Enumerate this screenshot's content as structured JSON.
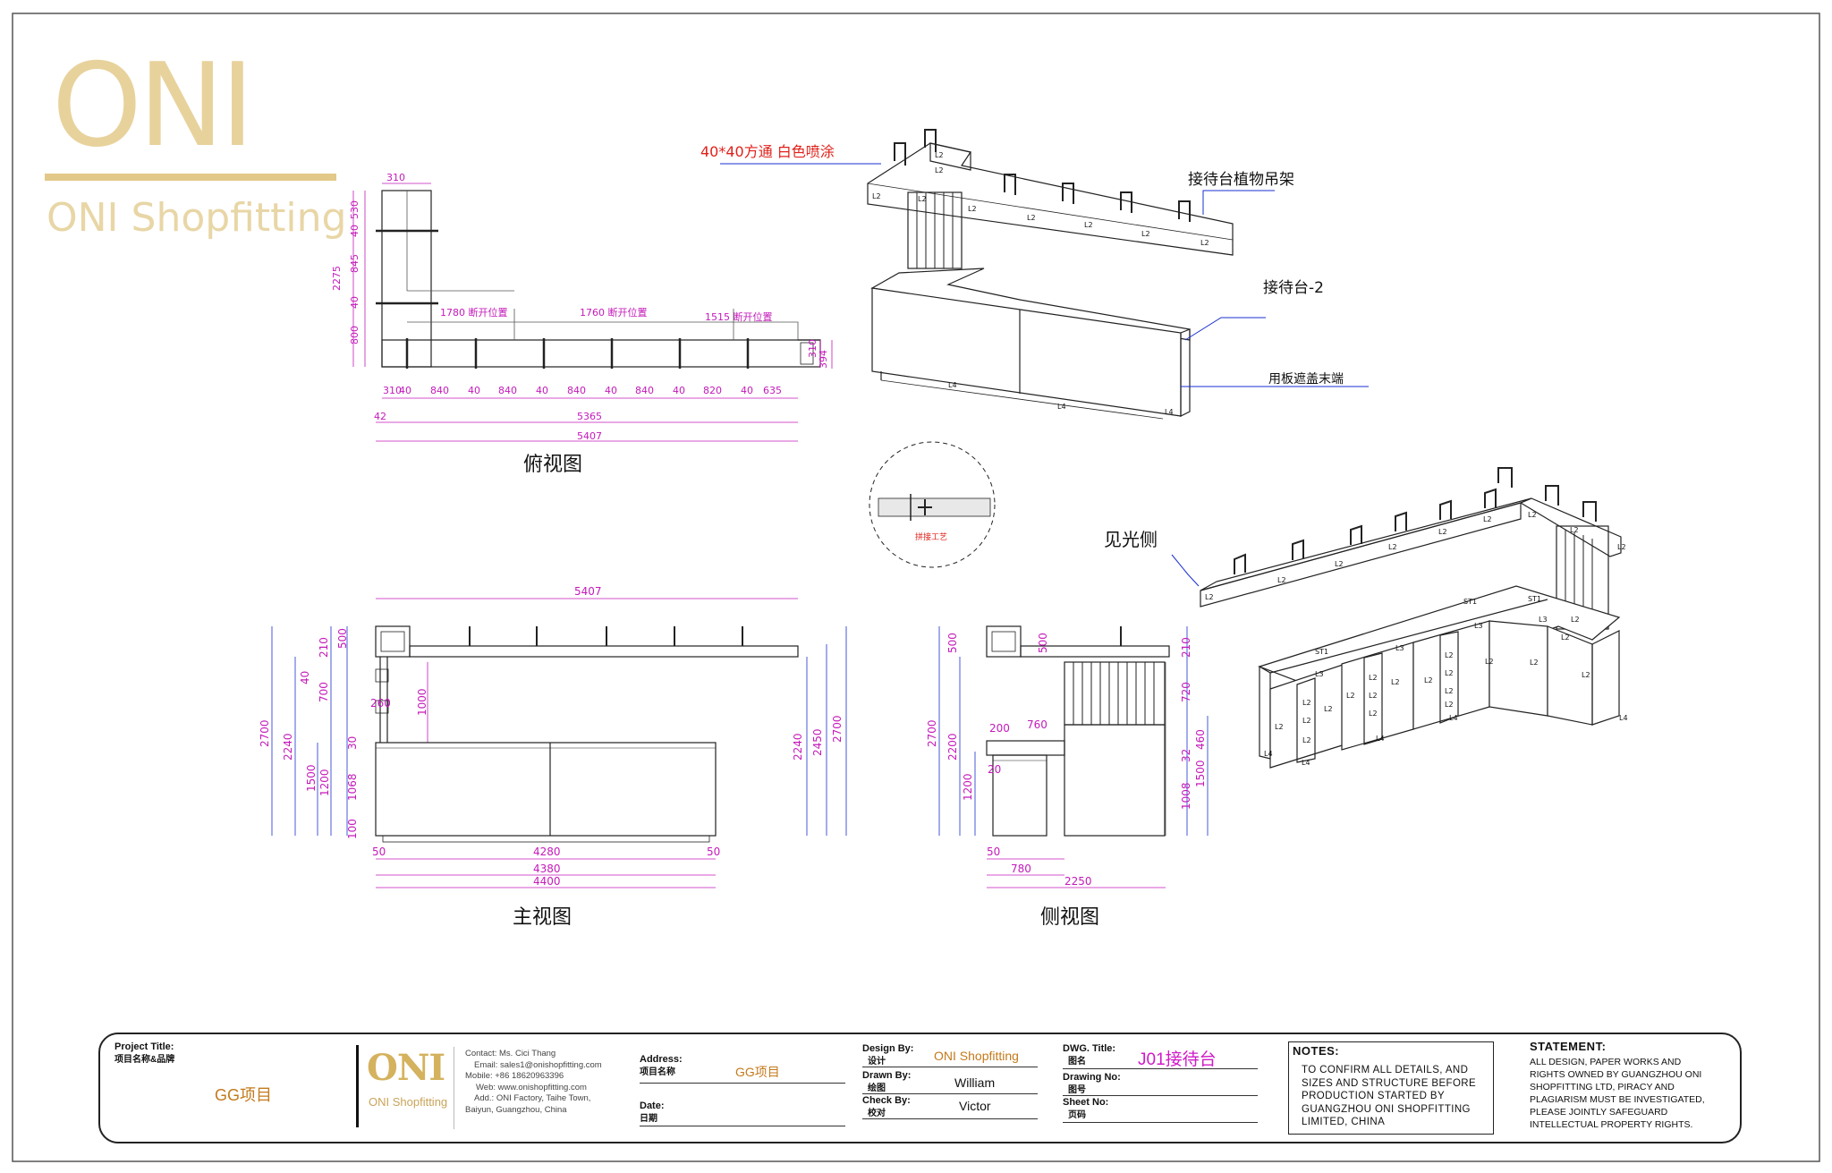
{
  "brand": {
    "logo_big": "ONI",
    "logo_sub": "ONI Shopfitting",
    "colors": {
      "gold": "#e2c98a",
      "gold_dark": "#c9a45a",
      "dim": "#d01ac7",
      "blue": "#1a2fd0",
      "red": "#e0201a"
    }
  },
  "views": {
    "top_label": "俯视图",
    "front_label": "主视图",
    "side_label": "侧视图",
    "iso_label_right": "见光侧",
    "detail_label": "拼接工艺"
  },
  "annotations": {
    "tube": "40*40方通 白色喷涂",
    "plant_rack": "接待台植物吊架",
    "desk": "接待台-2",
    "cover_end": "用板遮盖末端"
  },
  "top_view": {
    "w310": "310",
    "left_dims": [
      "530",
      "40",
      "845",
      "40",
      "800"
    ],
    "left_total": "2275",
    "open_labels": [
      "1780 断开位置",
      "1760 断开位置",
      "1515 断开位置"
    ],
    "bottom_dims": [
      "310",
      "40",
      "840",
      "40",
      "840",
      "40",
      "840",
      "40",
      "840",
      "40",
      "820",
      "40",
      "635"
    ],
    "right_dims": [
      "310",
      "394"
    ],
    "d42": "42",
    "d5365": "5365",
    "d5407": "5407"
  },
  "front_view": {
    "top": "5407",
    "left_outer": "2700",
    "left_2240": "2240",
    "left_1500": "1500",
    "left_1200": "1200",
    "left_40": "40",
    "left_700": "700",
    "left_210": "210",
    "left_500": "500",
    "left_30": "30",
    "left_1068": "1068",
    "left_100": "100",
    "d260": "260",
    "d1000": "1000",
    "right_2240": "2240",
    "right_2450": "2450",
    "right_2700": "2700",
    "b50a": "50",
    "b4280": "4280",
    "b50b": "50",
    "b4380": "4380",
    "b4400": "4400"
  },
  "side_view": {
    "l2700": "2700",
    "l2200": "2200",
    "l1200": "1200",
    "l500": "500",
    "d500": "500",
    "d200": "200",
    "d760": "760",
    "d20": "20",
    "r210": "210",
    "r720": "720",
    "r32": "32",
    "r460": "460",
    "r1008": "1008",
    "r1500": "1500",
    "b50": "50",
    "b780": "780",
    "b2250": "2250"
  },
  "parts": {
    "L2": "L2",
    "L3": "L3",
    "L4": "L4",
    "ST1": "ST1"
  },
  "title_block": {
    "project_title_label": "Project Title:",
    "project_title_cn": "项目名称&品牌",
    "project_value": "GG项目",
    "contact": [
      "Contact:  Ms. Cici Thang",
      "Email: sales1@onishopfitting.com",
      "Mobile:  +86 18620963396",
      "Web: www.onishopfitting.com",
      "Add.:  ONI Factory, Taihe Town,",
      "Baiyun, Guangzhou, China"
    ],
    "address_label": "Address:",
    "address_cn": "项目名称",
    "address_value": "GG项目",
    "date_label": "Date:",
    "date_cn": "日期",
    "design_by_label": "Design By:",
    "design_by_cn": "设计",
    "design_by_value": "ONI Shopfitting",
    "drawn_by_label": "Drawn By:",
    "drawn_by_cn": "绘图",
    "drawn_by_value": "William",
    "check_by_label": "Check By:",
    "check_by_cn": "校对",
    "check_by_value": "Victor",
    "dwg_title_label": "DWG. Title:",
    "dwg_title_cn": "图名",
    "dwg_title_value": "J01接待台",
    "drawing_no_label": "Drawing No:",
    "drawing_no_cn": "图号",
    "sheet_no_label": "Sheet No:",
    "sheet_no_cn": "页码",
    "notes_heading": "NOTES:",
    "notes_text": [
      "TO CONFIRM ALL DETAILS, AND",
      "SIZES AND STRUCTURE BEFORE",
      "PRODUCTION STARTED BY",
      "GUANGZHOU ONI SHOPFITTING",
      "LIMITED, CHINA"
    ],
    "statement_heading": "STATEMENT:",
    "statement_text": [
      "ALL DESIGN, PAPER WORKS AND",
      "RIGHTS OWNED BY GUANGZHOU ONI",
      "SHOPFITTING LTD, PIRACY AND",
      "PLAGIARISM MUST BE INVESTIGATED,",
      "PLEASE JOINTLY SAFEGUARD",
      "INTELLECTUAL PROPERTY RIGHTS."
    ]
  }
}
